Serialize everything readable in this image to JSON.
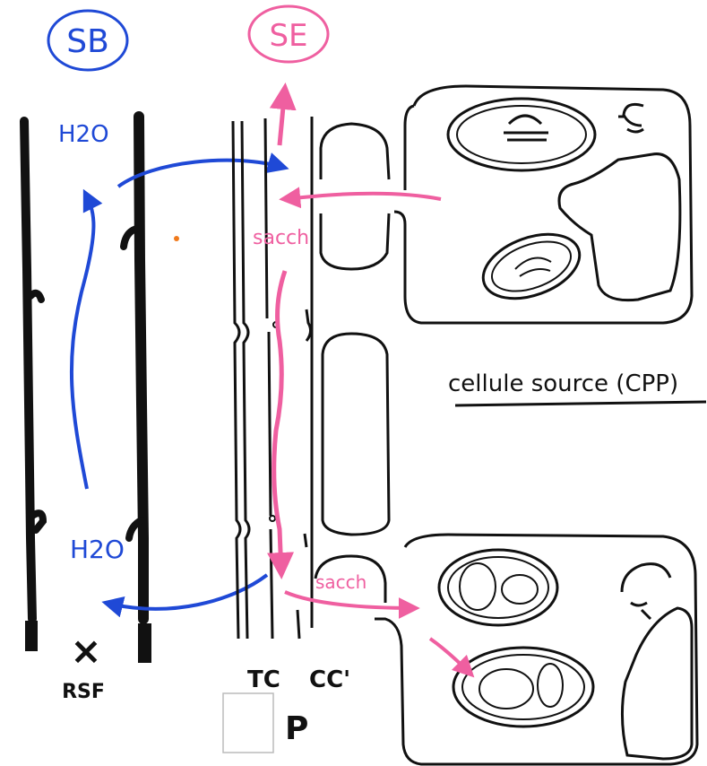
{
  "labels": {
    "sb": "SB",
    "se": "SE",
    "h2o_top": "H2O",
    "h2o_bottom": "H2O",
    "sacch_top": "sacch",
    "sacch_bottom": "sacch",
    "source_cell": "cellule source (CPP)",
    "rsf": "RSF",
    "tc": "TC",
    "cc": "CC'",
    "p": "P",
    "x_mark": "×"
  },
  "colors": {
    "xylem_blue": "#1f49d6",
    "phloem_pink": "#ef5fa0",
    "ink": "#111111",
    "accent_dot": "#f07a1c"
  }
}
